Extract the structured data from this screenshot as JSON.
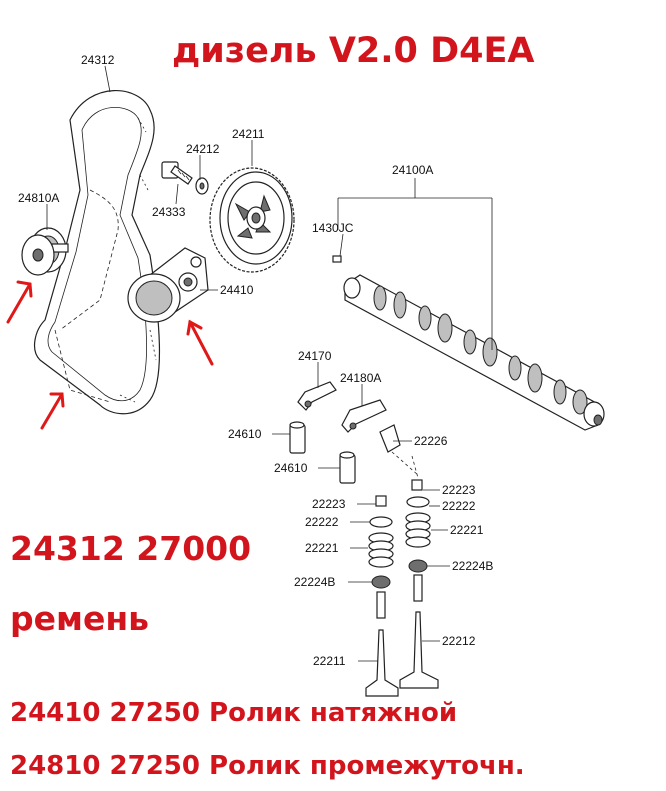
{
  "title": "дизель V2.0 D4EA",
  "belt_part_number": "24312 27000",
  "belt_name": "ремень",
  "line1": "24410 27250 Ролик натяжной",
  "line2": "24810 27250 Ролик промежуточн.",
  "part_labels": {
    "p24312": "24312",
    "p24810A": "24810A",
    "p24212": "24212",
    "p24211": "24211",
    "p24333": "24333",
    "p24100A": "24100A",
    "p1430JC": "1430JC",
    "p24410": "24410",
    "p24170": "24170",
    "p24180A": "24180A",
    "p24610a": "24610",
    "p24610b": "24610",
    "p22226": "22226",
    "p22223a": "22223",
    "p22223b": "22223",
    "p22222a": "22222",
    "p22222b": "22222",
    "p22221a": "22221",
    "p22221b": "22221",
    "p22224Ba": "22224B",
    "p22224Bb": "22224B",
    "p22212": "22212",
    "p22211": "22211"
  },
  "colors": {
    "annotation_red": "#d2141c",
    "arrow_red": "#e01818",
    "line": "#222222"
  }
}
